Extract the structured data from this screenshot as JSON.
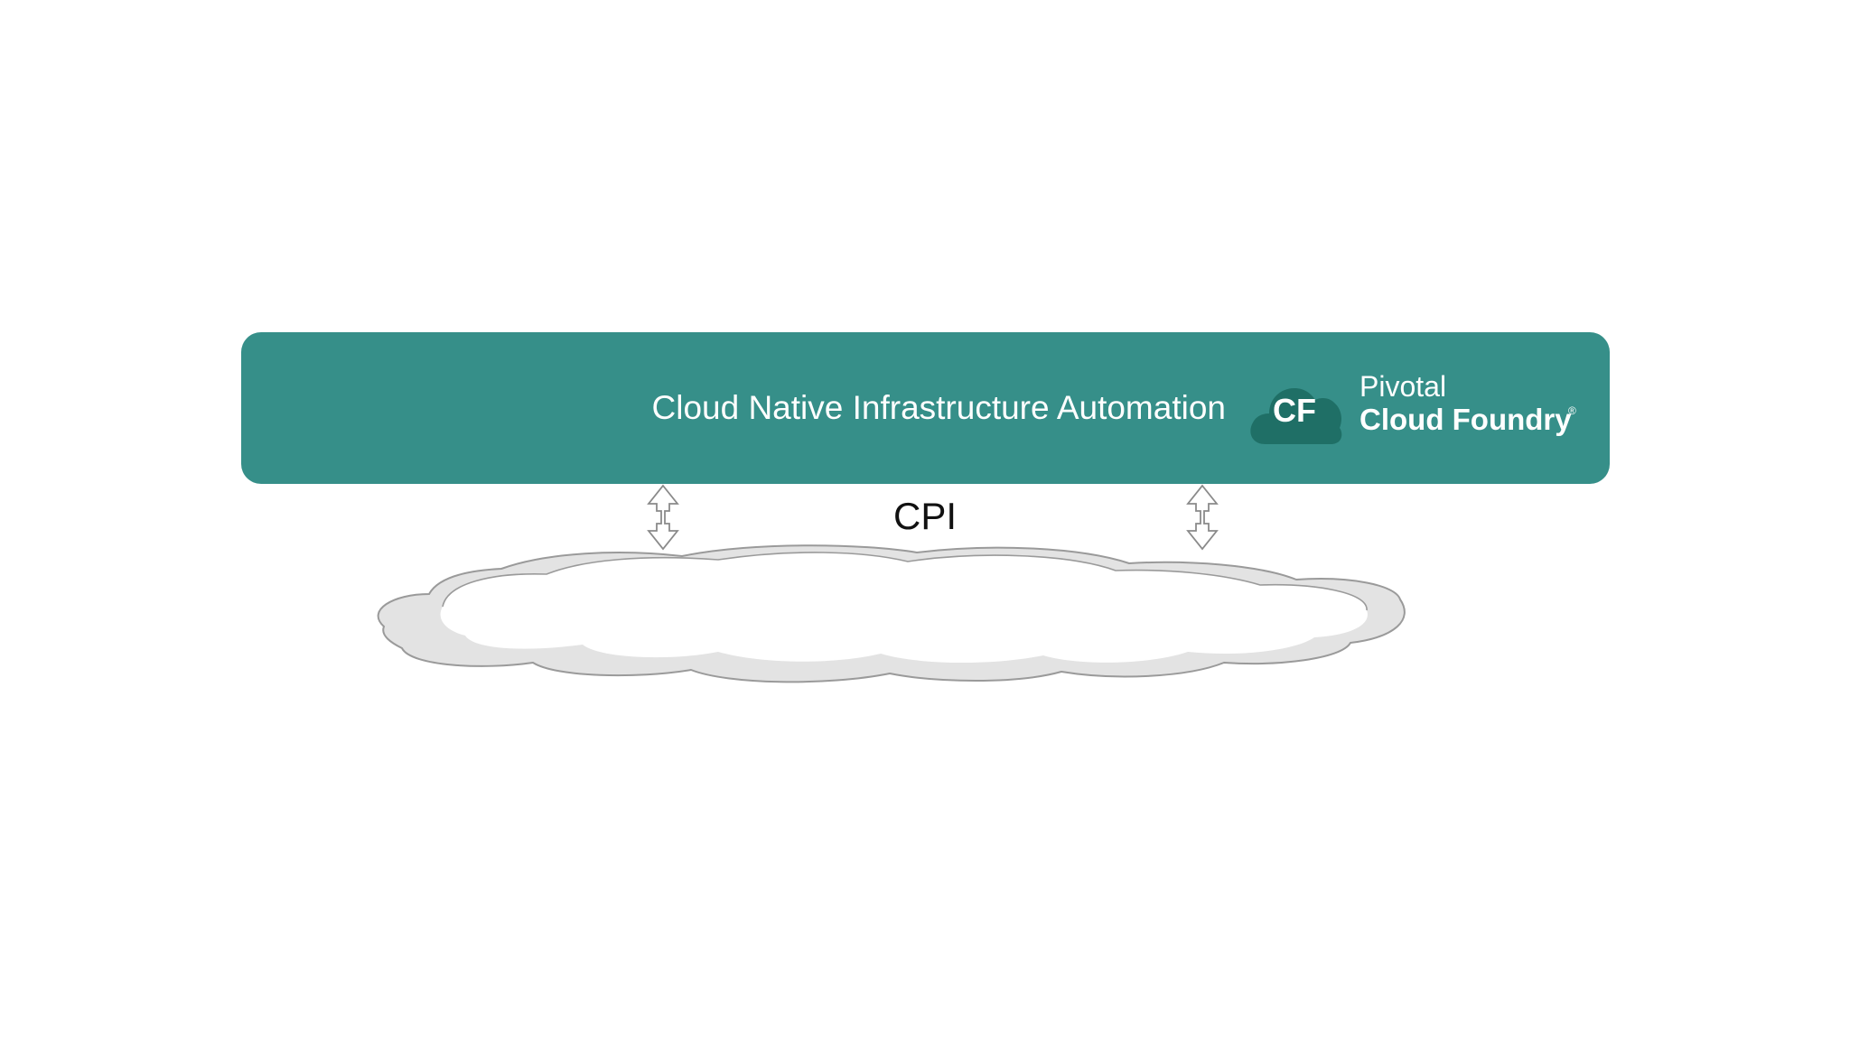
{
  "banner": {
    "title": "Cloud Native Infrastructure Automation",
    "color": "#368f89",
    "logo": {
      "mark": "CF",
      "brand_top": "Pivotal",
      "brand_bottom": "Cloud Foundry",
      "registered": "®",
      "cloud_color": "#1f6f66"
    }
  },
  "connector": {
    "label": "CPI",
    "arrow_icon": "double-headed-vertical-arrow-icon"
  },
  "cloud_shape": {
    "icon": "cloud-icon",
    "fill": "#ffffff",
    "shadow": "#e3e3e3",
    "outline": "#9a9a9a"
  }
}
